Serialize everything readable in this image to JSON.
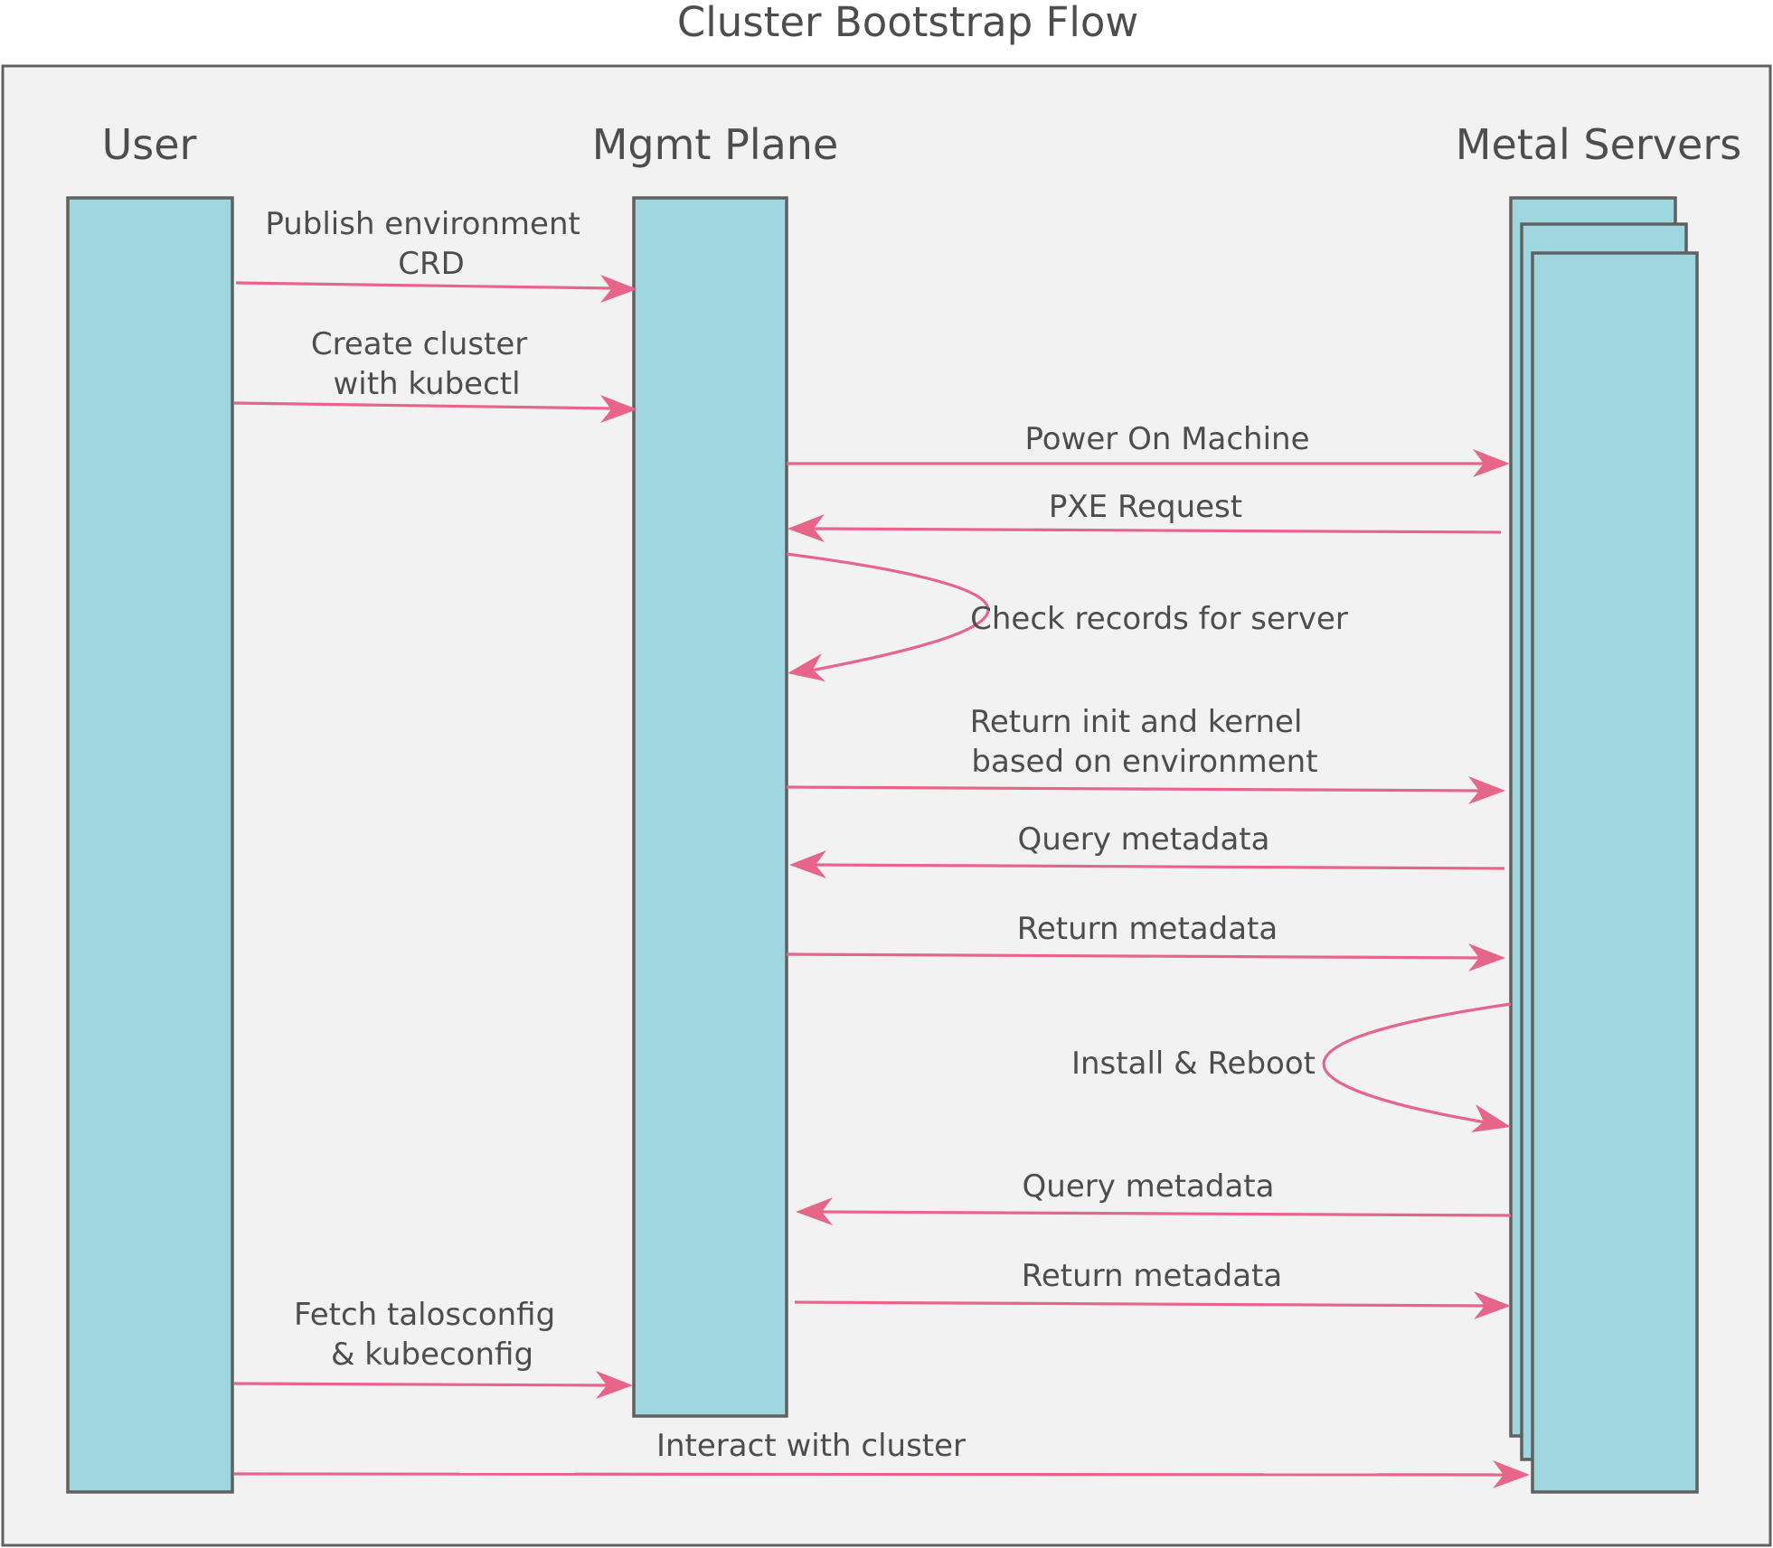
{
  "title": "Cluster Bootstrap Flow",
  "actors": {
    "user": "User",
    "mgmt": "Mgmt Plane",
    "metal": "Metal Servers"
  },
  "messages": {
    "publish_crd": [
      "Publish environment",
      "CRD"
    ],
    "create_cluster": [
      "Create cluster",
      "with kubectl"
    ],
    "power_on": "Power On Machine",
    "pxe_request": "PXE Request",
    "check_records": "Check records for server",
    "return_init": [
      "Return init and kernel",
      "based on environment"
    ],
    "query_metadata_1": "Query metadata",
    "return_metadata_1": "Return metadata",
    "install_reboot": "Install & Reboot",
    "query_metadata_2": "Query metadata",
    "return_metadata_2": "Return metadata",
    "fetch_config": [
      "Fetch talosconfig",
      "& kubeconfig"
    ],
    "interact": "Interact with cluster"
  },
  "colors": {
    "frame_fill": "#f2f2f2",
    "frame_stroke": "#5f6060",
    "lifeline_fill": "#a0d6df",
    "arrow": "#e8658a",
    "text": "#4d4d4d"
  }
}
